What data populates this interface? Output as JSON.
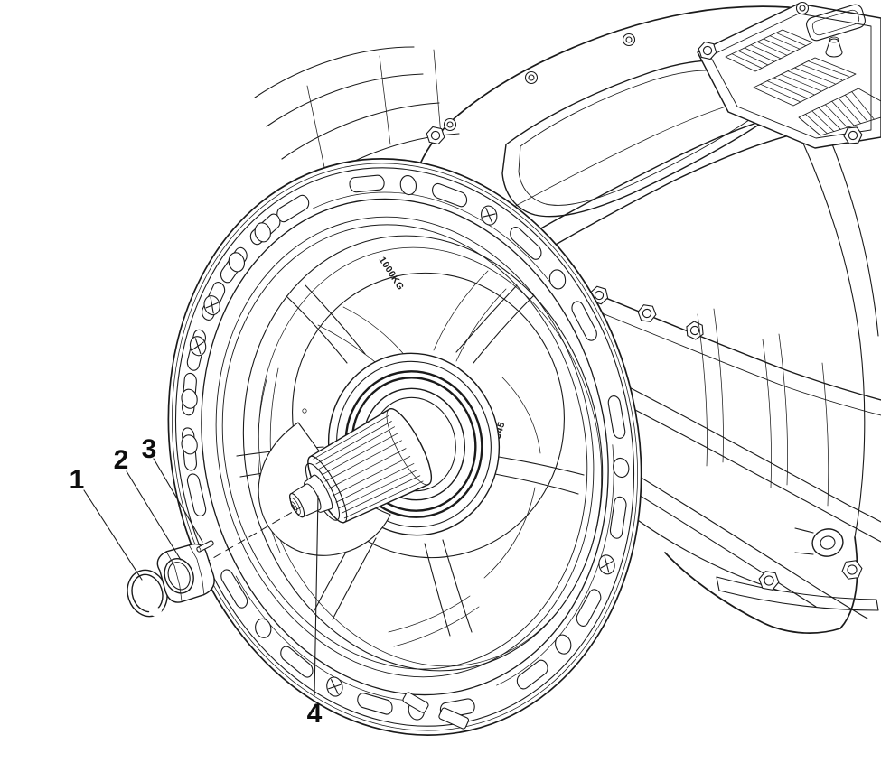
{
  "drawing": {
    "colors": {
      "background": "#ffffff",
      "line": "#1a1a1a",
      "label": "#0d0d0d"
    },
    "callouts": [
      {
        "label": "1"
      },
      {
        "label": "2"
      },
      {
        "label": "3"
      },
      {
        "label": "4"
      }
    ],
    "casting_marks": [
      {
        "text": "1000KG"
      },
      {
        "text": "C248C45"
      }
    ]
  }
}
